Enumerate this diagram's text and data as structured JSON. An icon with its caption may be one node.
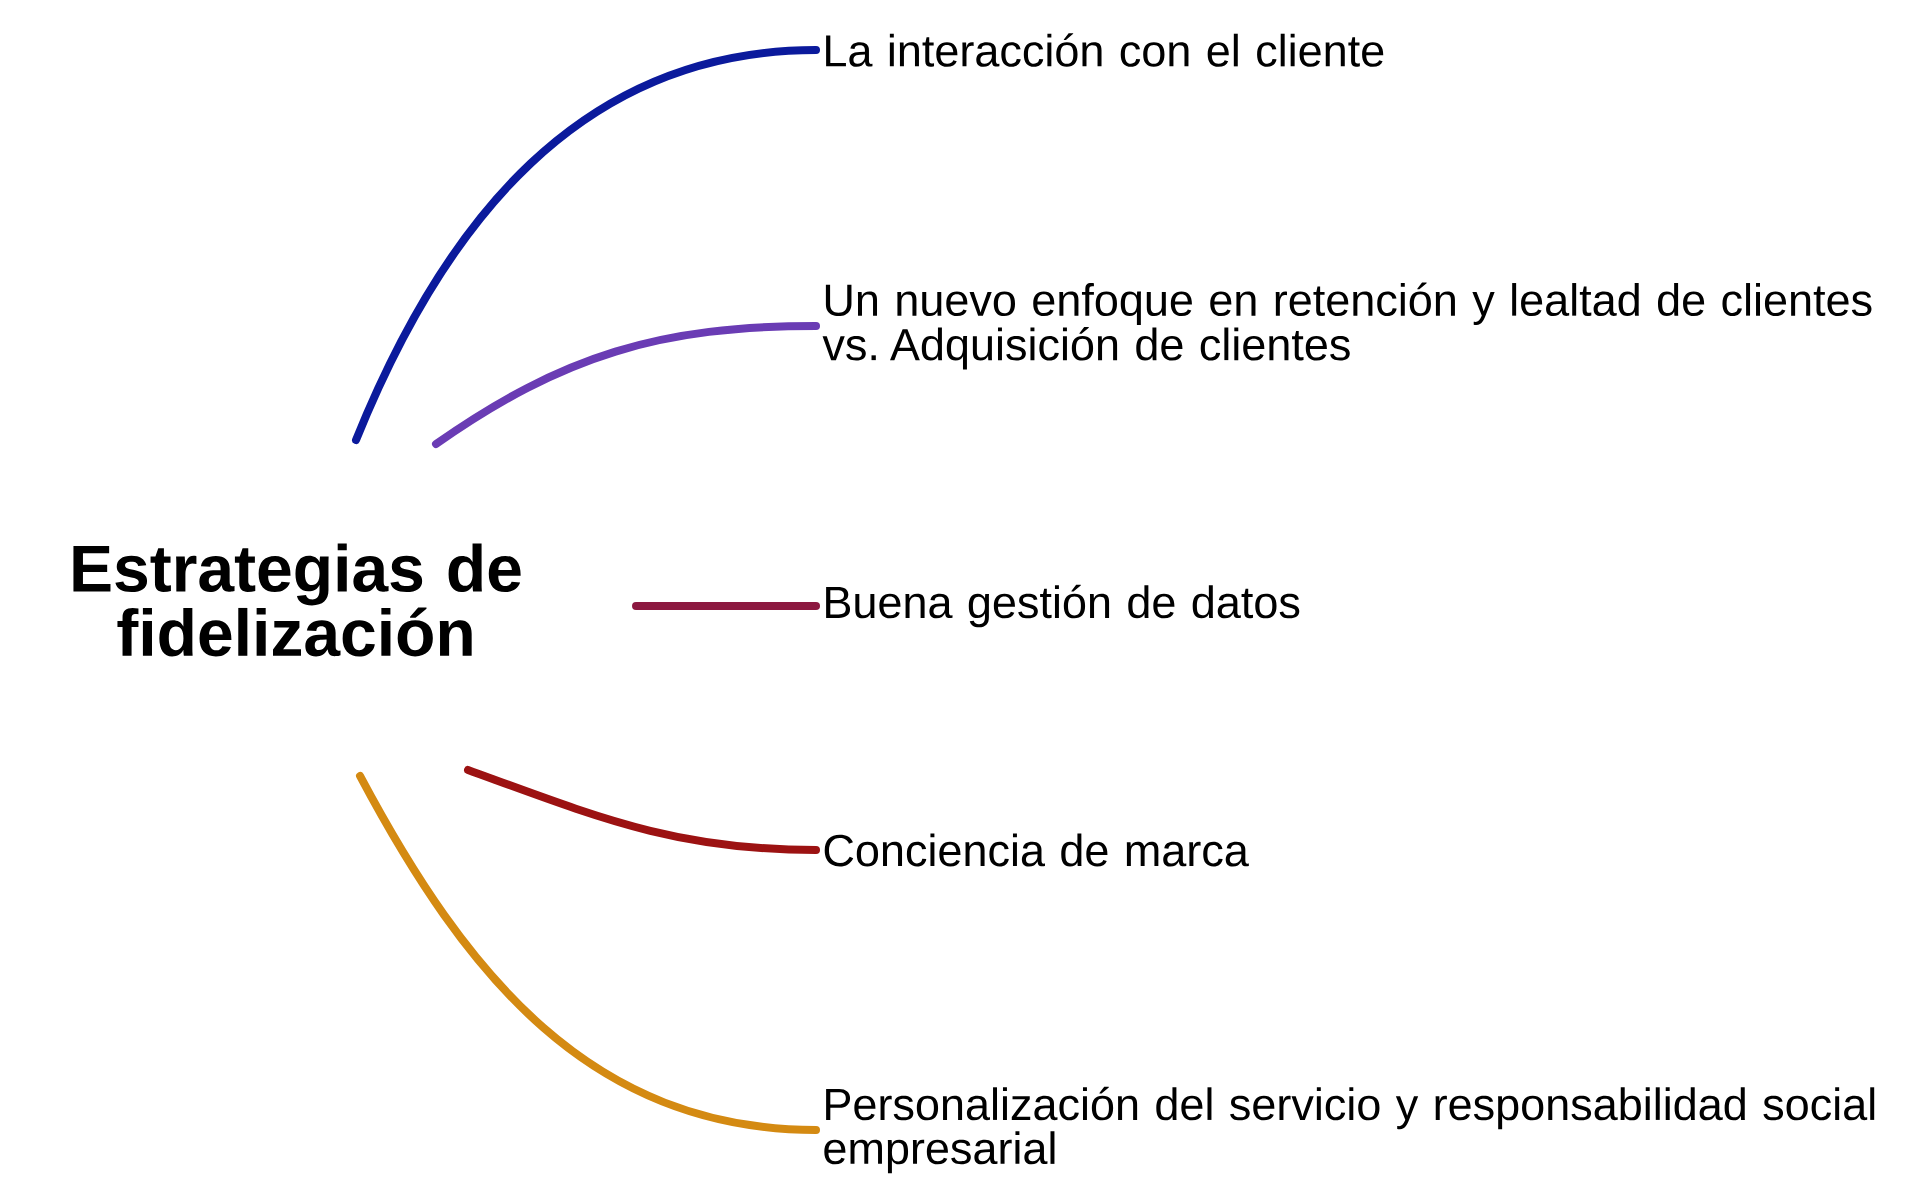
{
  "diagram": {
    "nodes": [
      {
        "text": [
          "Estrategias de fidelización"
        ]
      },
      {
        "text": [
          "La interacción con el cliente"
        ]
      },
      {
        "text": [
          "Un nuevo enfoque en retención y lealtad de clientes vs. Adquisición de clientes"
        ]
      },
      {
        "text": [
          "Buena gestión de datos"
        ]
      },
      {
        "text": [
          "Conciencia de marca"
        ]
      },
      {
        "text": [
          "Personalización del servicio y responsabilidad social empresarial"
        ]
      }
    ],
    "edges": [
      {
        "from": 0,
        "to": 1,
        "arrow": "none",
        "color": "#0b1a9c"
      },
      {
        "from": 0,
        "to": 2,
        "arrow": "none",
        "color": "#6a3cb4"
      },
      {
        "from": 0,
        "to": 3,
        "arrow": "none",
        "color": "#8c1840"
      },
      {
        "from": 0,
        "to": 4,
        "arrow": "none",
        "color": "#9c1212"
      },
      {
        "from": 0,
        "to": 5,
        "arrow": "none",
        "color": "#d48a12"
      }
    ]
  }
}
